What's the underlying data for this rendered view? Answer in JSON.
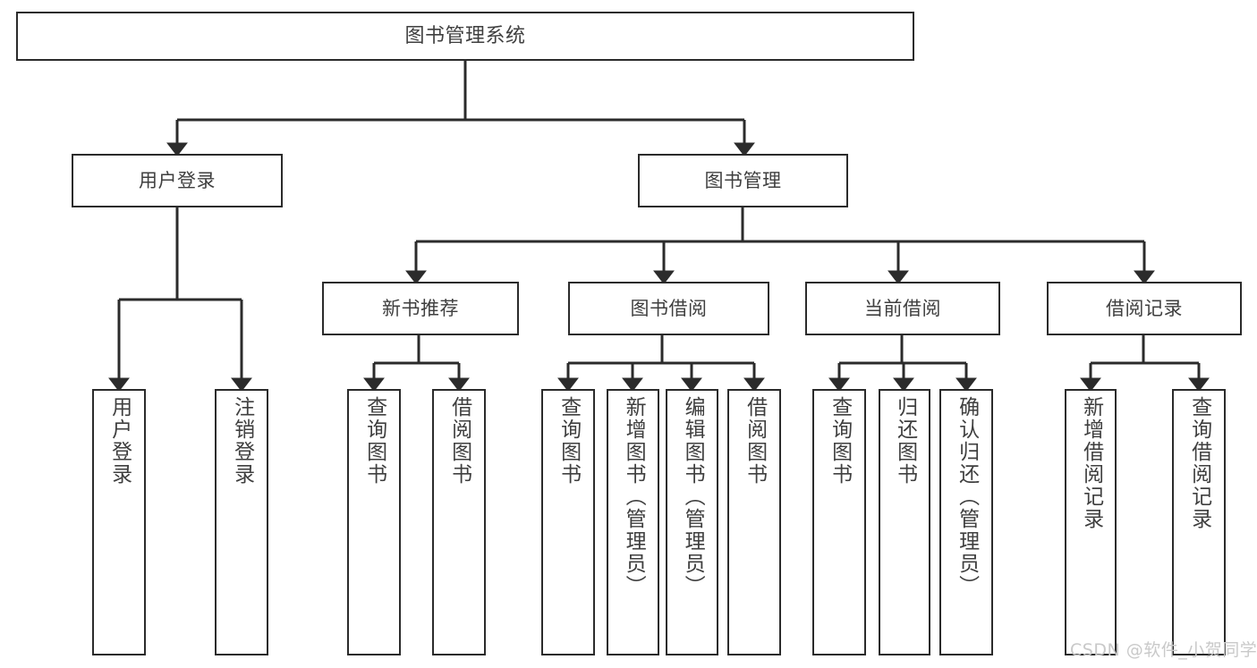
{
  "diagram": {
    "title": "图书管理系统",
    "watermark": "CSDN @软件_小贺同学",
    "colors": {
      "box_border": "#2b2b2b",
      "box_fill": "#ffffff",
      "text": "#3f3f3f",
      "edge": "#2b2b2b",
      "watermark": "#c9c9c9",
      "background": "#ffffff"
    },
    "nodes": {
      "root": {
        "label": "图书管理系统"
      },
      "level1": [
        {
          "label": "用户登录"
        },
        {
          "label": "图书管理"
        }
      ],
      "level2": [
        {
          "label": "新书推荐"
        },
        {
          "label": "图书借阅"
        },
        {
          "label": "当前借阅"
        },
        {
          "label": "借阅记录"
        }
      ],
      "leaves": {
        "user_login": [
          {
            "label": "用户登录"
          },
          {
            "label": "注销登录"
          }
        ],
        "new_book_recommend": [
          {
            "label": "查询图书"
          },
          {
            "label": "借阅图书"
          }
        ],
        "book_borrow": [
          {
            "label": "查询图书"
          },
          {
            "label": "新增图书（管理员）"
          },
          {
            "label": "编辑图书（管理员）"
          },
          {
            "label": "借阅图书"
          }
        ],
        "current_borrow": [
          {
            "label": "查询图书"
          },
          {
            "label": "归还图书"
          },
          {
            "label": "确认归还（管理员）"
          }
        ],
        "borrow_record": [
          {
            "label": "新增借阅记录"
          },
          {
            "label": "查询借阅记录"
          }
        ]
      }
    }
  }
}
